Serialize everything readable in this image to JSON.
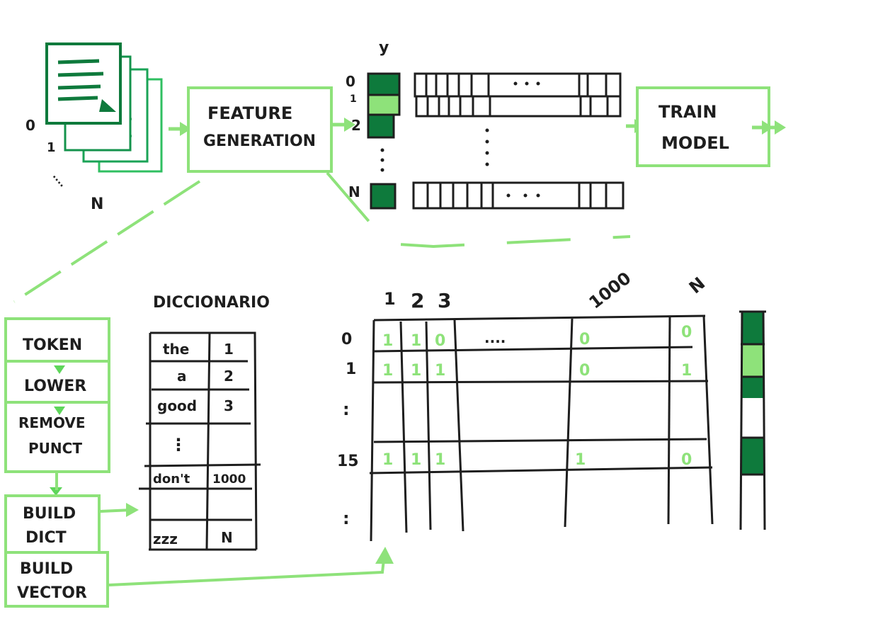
{
  "colors": {
    "ink": "#1e1e1e",
    "dark_green": "#0e7a3c",
    "light_green": "#8ee27a",
    "mid_green": "#5ed65a"
  },
  "pipeline": {
    "doc_labels": [
      "0",
      "1",
      "....",
      "N"
    ],
    "feature_generation": [
      "FEATURE",
      "GENERATION"
    ],
    "train_model": [
      "TRAIN",
      "MODEL"
    ],
    "y_label": "y",
    "y_index": [
      "0",
      "1",
      "2",
      "N"
    ]
  },
  "steps": {
    "token": "TOKEN",
    "lower": "LOWER",
    "remove_punct": [
      "REMOVE",
      "PUNCT"
    ],
    "build_dict": [
      "BUILD",
      "DICT"
    ],
    "build_vector": [
      "BUILD",
      "VECTOR"
    ]
  },
  "dictionary": {
    "title": "DICCIONARIO",
    "rows": [
      {
        "word": "the",
        "index": "1"
      },
      {
        "word": "a",
        "index": "2"
      },
      {
        "word": "good",
        "index": "3"
      },
      {
        "word": "⋮",
        "index": ""
      },
      {
        "word": "don't",
        "index": "1000"
      },
      {
        "word": "",
        "index": ""
      },
      {
        "word": "zzz",
        "index": "N"
      }
    ]
  },
  "matrix": {
    "col_headers": [
      "1",
      "2",
      "3",
      "1000",
      "N"
    ],
    "row_labels": [
      "0",
      "1",
      ":",
      "15",
      ":"
    ],
    "rows": [
      {
        "values": [
          "1",
          "1",
          "0",
          "....",
          "0",
          "0"
        ]
      },
      {
        "values": [
          "1",
          "1",
          "1",
          "",
          "0",
          "1"
        ]
      },
      {
        "values": [
          "",
          "",
          "",
          "",
          "",
          ""
        ]
      },
      {
        "values": [
          "1",
          "1",
          "1",
          "",
          "1",
          "0"
        ]
      }
    ]
  }
}
